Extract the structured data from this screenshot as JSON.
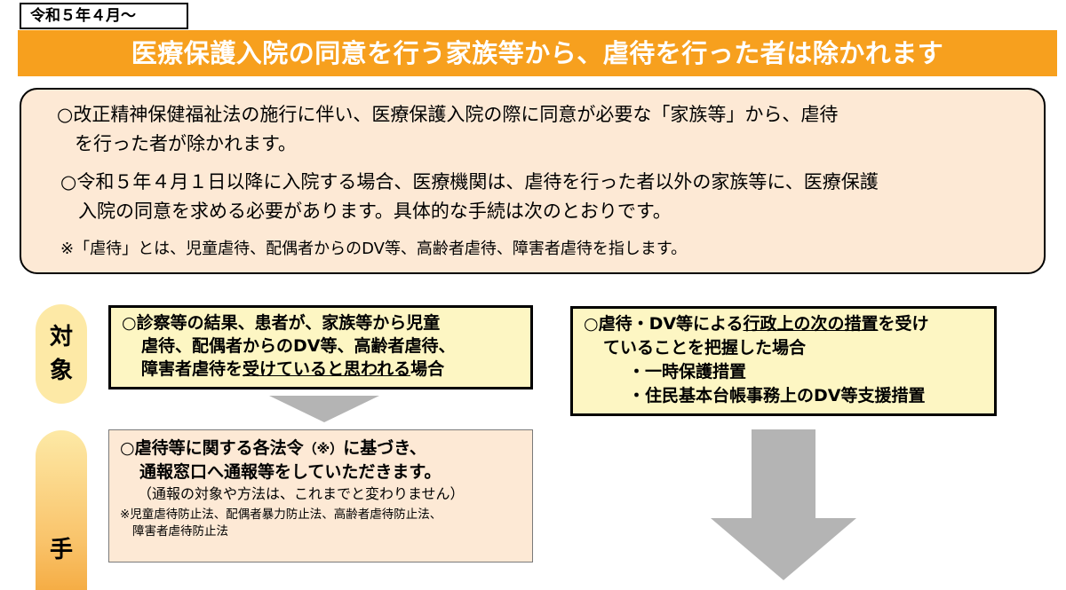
{
  "header": {
    "date_tag": "令和５年４月～",
    "title": "医療保護入院の同意を行う家族等から、虐待を行った者は除かれます"
  },
  "summary": {
    "para1_line1": "○改正精神保健福祉法の施行に伴い、医療保護入院の際に同意が必要な「家族等」から、虐待",
    "para1_line2": "を行った者が除かれます。",
    "para2_line1": "○令和５年４月１日以降に入院する場合、医療機関は、虐待を行った者以外の家族等に、医療保護",
    "para2_line2": "入院の同意を求める必要があります。具体的な手続は次のとおりです。",
    "note": "※「虐待」とは、児童虐待、配偶者からのDV等、高齢者虐待、障害者虐待を指します。"
  },
  "side_labels": {
    "target_char1": "対",
    "target_char2": "象",
    "procedure_char1": "手"
  },
  "target_box": {
    "line1": "○診察等の結果、患者が、家族等から児童",
    "line2": "虐待、配偶者からのDV等、高齢者虐待、",
    "line3_plain": "障害者虐待を",
    "line3_underlined": "受けていると思われる",
    "line3_end": "場合"
  },
  "procedure_box": {
    "line1_a": "○虐待等に関する各法令",
    "line1_mark": "（※）",
    "line1_b": "に基づき、",
    "line2": "通報窓口へ通報等をしていただきます。",
    "sub": "（通報の対象や方法は、これまでと変わりません）",
    "note_line1": "※児童虐待防止法、配偶者暴力防止法、高齢者虐待防止法、",
    "note_line2": "障害者虐待防止法"
  },
  "right_box": {
    "line1_a": "○虐待・DV等による",
    "line1_underlined": "行政上の次の措置",
    "line1_b": "を受け",
    "line2": "ていることを把握した場合",
    "bullet1": "・一時保護措置",
    "bullet2": "・住民基本台帳事務上のDV等支援措置"
  },
  "colors": {
    "banner": "#f7a01e",
    "summary_bg": "#fde9d5",
    "yellow_box": "#fdf6c3",
    "arrow": "#b4b4b4"
  }
}
